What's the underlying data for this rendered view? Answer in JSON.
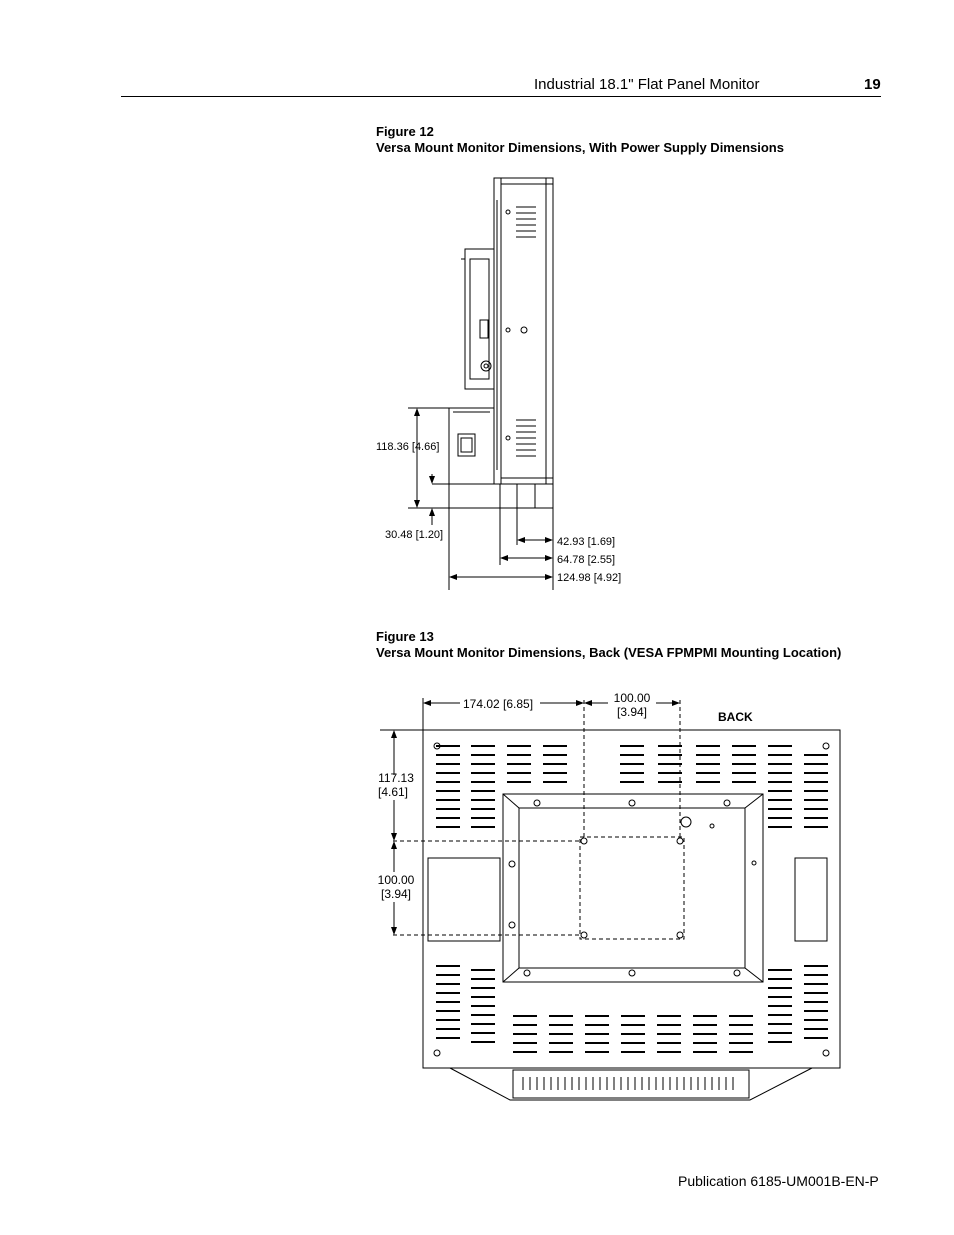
{
  "header": {
    "title": "Industrial 18.1\" Flat Panel Monitor",
    "page_number": "19"
  },
  "figure12": {
    "number": "Figure 12",
    "caption": "Versa Mount Monitor Dimensions, With Power Supply Dimensions",
    "dimensions": {
      "height_psu": "118.36 [4.66]",
      "height_offset": "30.48 [1.20]",
      "depth_1": "42.93 [1.69]",
      "depth_2": "64.78 [2.55]",
      "depth_3": "124.98 [4.92]"
    }
  },
  "figure13": {
    "number": "Figure 13",
    "caption": "Versa Mount Monitor Dimensions, Back (VESA FPMPMI Mounting Location)",
    "view_label": "BACK",
    "dimensions": {
      "horizontal_offset": "174.02 [6.85]",
      "vesa_width_mm": "100.00",
      "vesa_width_in": "[3.94]",
      "vertical_offset_mm": "117.13",
      "vertical_offset_in": "[4.61]",
      "vesa_height_mm": "100.00",
      "vesa_height_in": "[3.94]"
    }
  },
  "footer": {
    "publication": "Publication 6185-UM001B-EN-P"
  }
}
